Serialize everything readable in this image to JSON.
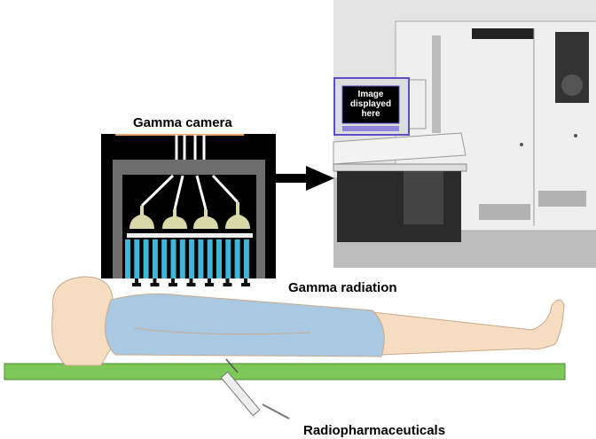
{
  "labels": {
    "gamma_camera": "Gamma camera",
    "gamma_radiation": "Gamma radiation",
    "radiopharmaceuticals": "Radiopharmaceuticals",
    "screen_line1": "Image",
    "screen_line2": "displayed",
    "screen_line3": "here"
  },
  "colors": {
    "crystal": "#3fb6d8",
    "pmt": "#d9d8a8",
    "bed": "#7ec85a",
    "patient_skin": "#f6dcc0",
    "patient_gown": "#a9c9e3",
    "monitor_frame": "#5b4fc4"
  }
}
